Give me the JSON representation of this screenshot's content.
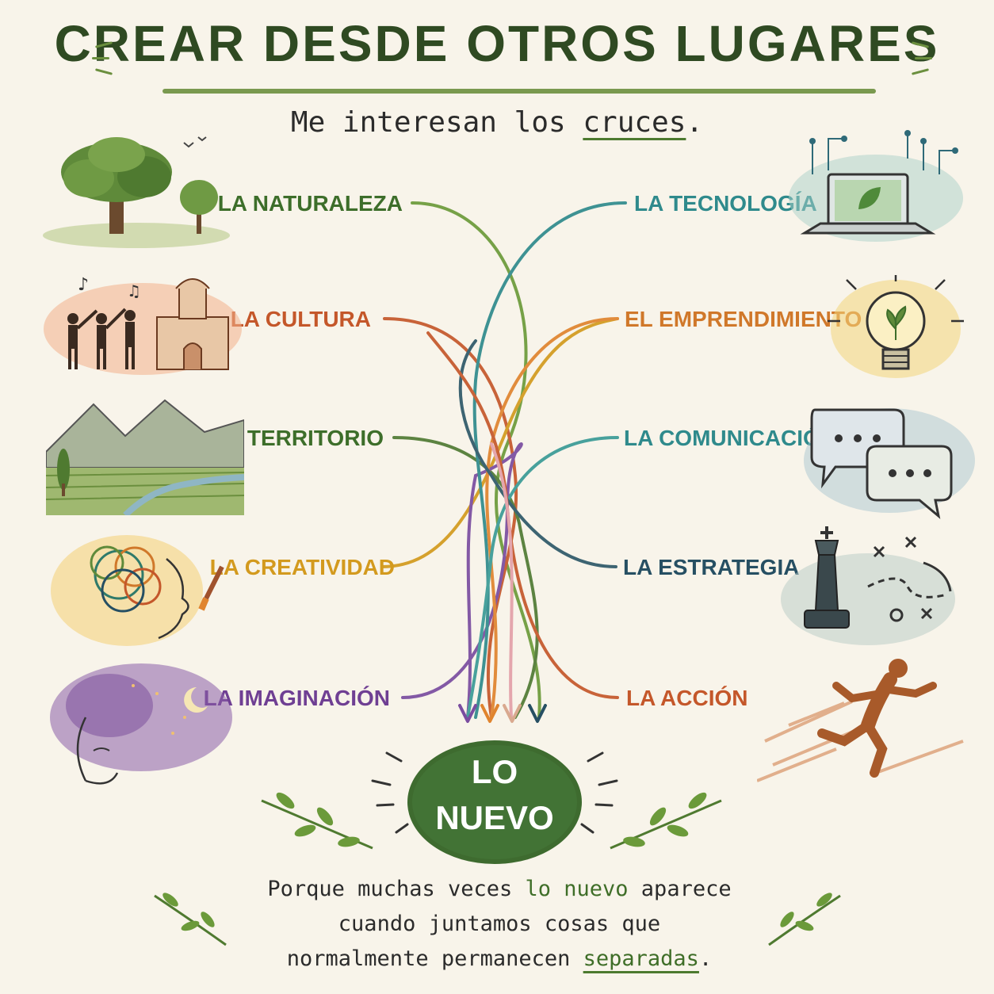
{
  "header": {
    "title": "CREAR DESDE OTROS LUGARES",
    "subtitle_before": "Me interesan los ",
    "subtitle_highlight": "cruces",
    "subtitle_after": "."
  },
  "left_items": [
    {
      "label": "LA NATURALEZA",
      "color": "#3d6e2a",
      "icon": "tree-icon"
    },
    {
      "label": "LA CULTURA",
      "color": "#c4572a",
      "icon": "dancers-church-icon"
    },
    {
      "label": "EL TERRITORIO",
      "color": "#3d6e2a",
      "icon": "mountain-landscape-icon"
    },
    {
      "label": "LA CREATIVIDAD",
      "color": "#d39a1e",
      "icon": "creative-mind-icon"
    },
    {
      "label": "LA IMAGINACIÓN",
      "color": "#6f3f93",
      "icon": "dreaming-face-icon"
    }
  ],
  "right_items": [
    {
      "label": "LA TECNOLOGÍA",
      "color": "#2f8a8c",
      "icon": "laptop-leaf-icon"
    },
    {
      "label": "EL EMPRENDIMIENTO",
      "color": "#d0782a",
      "icon": "lightbulb-icon"
    },
    {
      "label": "LA COMUNICACIÓN",
      "color": "#2f8a8c",
      "icon": "speech-bubbles-icon"
    },
    {
      "label": "LA ESTRATEGIA",
      "color": "#264f63",
      "icon": "chess-king-icon"
    },
    {
      "label": "LA ACCIÓN",
      "color": "#c4572a",
      "icon": "runner-icon"
    }
  ],
  "center": {
    "line1": "LO",
    "line2": "NUEVO",
    "bg_color": "#3e6b2f"
  },
  "footer": {
    "l1_a": "Porque muchas veces ",
    "l1_b": "lo nuevo",
    "l1_c": " aparece",
    "l2": "cuando juntamos cosas que",
    "l3_a": "normalmente permanecen ",
    "l3_b": "separadas",
    "l3_c": "."
  },
  "colors": {
    "background": "#f8f4ea",
    "title": "#2f4a22",
    "accent_green": "#6b8f3e"
  }
}
